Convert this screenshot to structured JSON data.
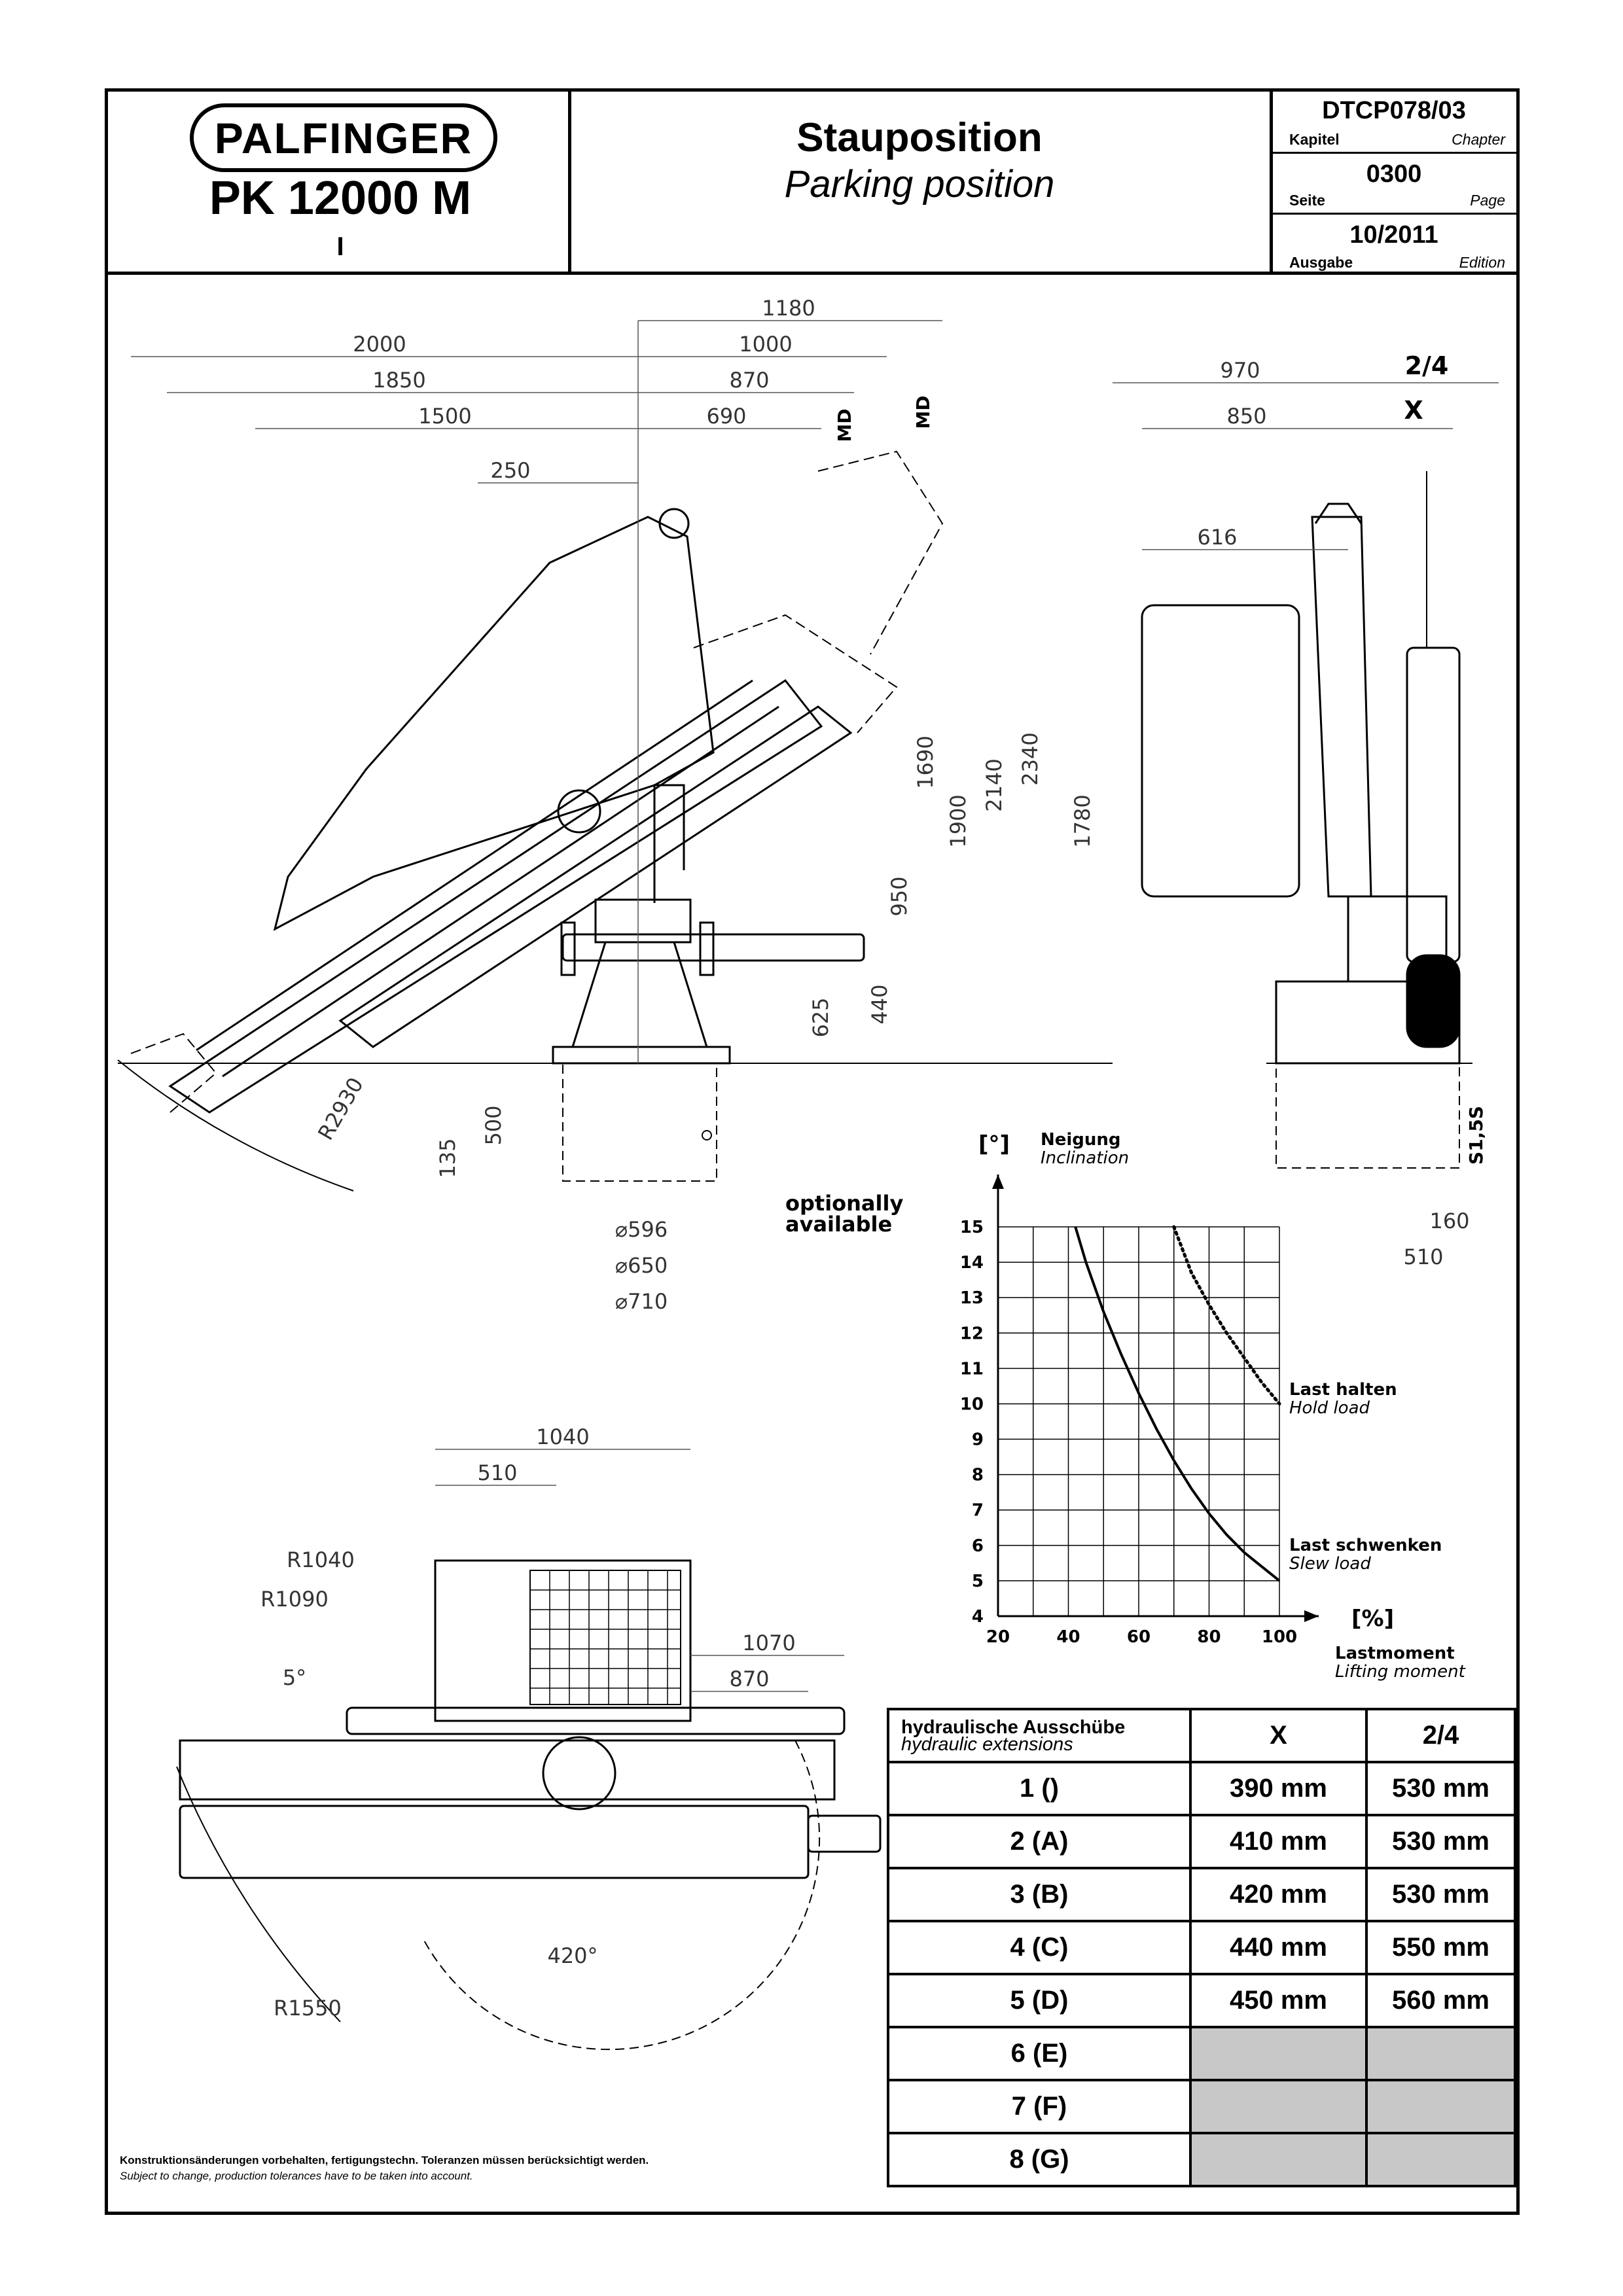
{
  "header": {
    "brand": "PALFINGER",
    "model": "PK 12000 M",
    "model_sub": "I",
    "title_de": "Stauposition",
    "title_en": "Parking position",
    "chapter_value": "DTCP078/03",
    "chapter_label_de": "Kapitel",
    "chapter_label_en": "Chapter",
    "page_value": "0300",
    "page_label_de": "Seite",
    "page_label_en": "Page",
    "edition_value": "10/2011",
    "edition_label_de": "Ausgabe",
    "edition_label_en": "Edition"
  },
  "side_view": {
    "dims_top": [
      "1180",
      "2000",
      "1000",
      "1850",
      "870",
      "1500",
      "690",
      "250"
    ],
    "md_labels": [
      "MD",
      "MD"
    ],
    "dims_vertical": [
      "1690",
      "1900",
      "2140",
      "2340",
      "950",
      "625",
      "440",
      "500",
      "135"
    ],
    "radius": "R2930",
    "diameters": [
      "⌀596",
      "⌀650",
      "⌀710"
    ],
    "optional_note": [
      "optionally",
      "available"
    ]
  },
  "front_view": {
    "dims": [
      "970",
      "850",
      "616",
      "1780",
      "160",
      "510"
    ],
    "col_labels": [
      "2/4",
      "X"
    ],
    "s_label": "S1,5S"
  },
  "top_view": {
    "dims": [
      "1040",
      "510",
      "1070",
      "870"
    ],
    "radii": [
      "R1040",
      "R1090",
      "R1550"
    ],
    "angles": [
      "5°",
      "420°"
    ]
  },
  "chart_data": {
    "type": "line",
    "title": "",
    "ylabel_de": "Neigung",
    "ylabel_en": "Inclination",
    "y_unit": "[°]",
    "xlabel_de": "Lastmoment",
    "xlabel_en": "Lifting moment",
    "x_unit": "[%]",
    "xlim": [
      20,
      100
    ],
    "ylim": [
      4,
      15
    ],
    "x_ticks": [
      "20",
      "40",
      "60",
      "80",
      "100"
    ],
    "y_ticks": [
      "4",
      "5",
      "6",
      "7",
      "8",
      "9",
      "10",
      "11",
      "12",
      "13",
      "14",
      "15"
    ],
    "grid": true,
    "series": [
      {
        "name": "Last halten",
        "name_en": "Hold load",
        "style": "dotted",
        "x": [
          70,
          75,
          80,
          85,
          90,
          95,
          100
        ],
        "y": [
          15,
          13.7,
          12.8,
          12,
          11.3,
          10.6,
          10
        ]
      },
      {
        "name": "Last schwenken",
        "name_en": "Slew load",
        "style": "solid",
        "x": [
          42,
          45,
          50,
          55,
          60,
          65,
          70,
          75,
          80,
          85,
          90,
          95,
          100
        ],
        "y": [
          15,
          14,
          12.6,
          11.4,
          10.3,
          9.3,
          8.4,
          7.6,
          6.9,
          6.3,
          5.8,
          5.4,
          5
        ]
      }
    ]
  },
  "table": {
    "head_de": "hydraulische Ausschübe",
    "head_en": "hydraulic extensions",
    "col_x": "X",
    "col_24": "2/4",
    "rows": [
      {
        "label": "1 ()",
        "x": "390 mm",
        "v": "530 mm"
      },
      {
        "label": "2 (A)",
        "x": "410 mm",
        "v": "530 mm"
      },
      {
        "label": "3 (B)",
        "x": "420 mm",
        "v": "530 mm"
      },
      {
        "label": "4 (C)",
        "x": "440 mm",
        "v": "550 mm"
      },
      {
        "label": "5 (D)",
        "x": "450 mm",
        "v": "560 mm"
      },
      {
        "label": "6 (E)",
        "x": "",
        "v": ""
      },
      {
        "label": "7 (F)",
        "x": "",
        "v": ""
      },
      {
        "label": "8 (G)",
        "x": "",
        "v": ""
      }
    ]
  },
  "footer": {
    "line_de": "Konstruktionsänderungen vorbehalten, fertigungstechn. Toleranzen müssen berücksichtigt werden.",
    "line_en": "Subject to change, production tolerances have to be taken into account."
  }
}
